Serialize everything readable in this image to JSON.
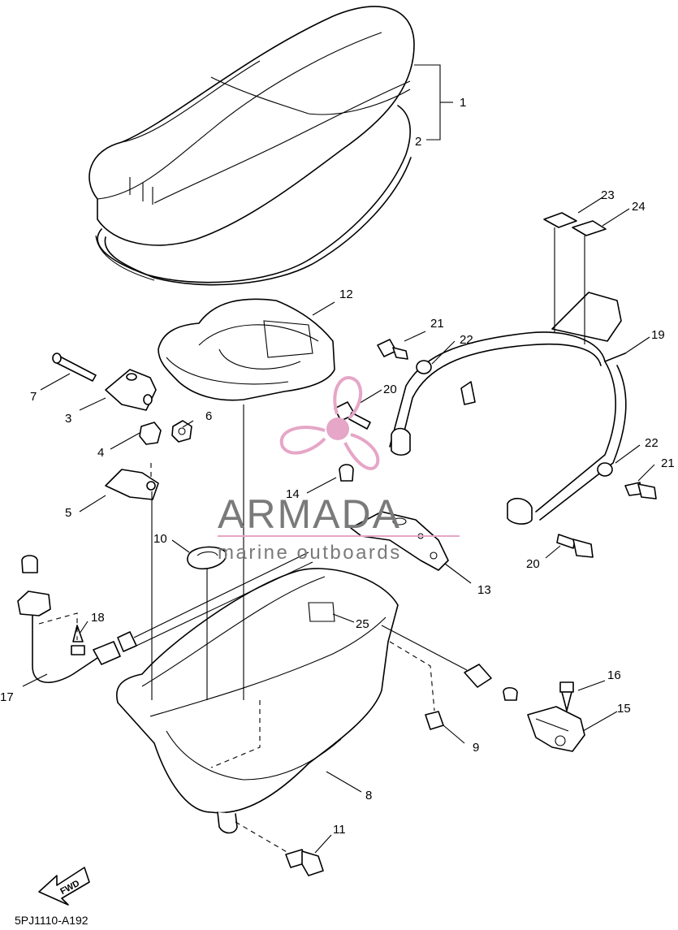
{
  "diagram": {
    "callouts": {
      "p1": "1",
      "p2": "2",
      "p3": "3",
      "p4": "4",
      "p5": "5",
      "p6": "6",
      "p7": "7",
      "p8": "8",
      "p9": "9",
      "p10": "10",
      "p11": "11",
      "p12": "12",
      "p13": "13",
      "p14": "14",
      "p15": "15",
      "p16": "16",
      "p17": "17",
      "p18": "18",
      "p19": "19",
      "p20a": "20",
      "p20b": "20",
      "p21a": "21",
      "p21b": "21",
      "p22a": "22",
      "p22b": "22",
      "p23": "23",
      "p24": "24",
      "p25": "25"
    },
    "fwd_label": "FWD",
    "drawing_code": "5PJ1110-A192"
  },
  "watermark": {
    "brand": "ARMADA",
    "tagline": "marine outboards",
    "logo_color": "#e6a6c7",
    "text_color": "#7a7a7a"
  }
}
